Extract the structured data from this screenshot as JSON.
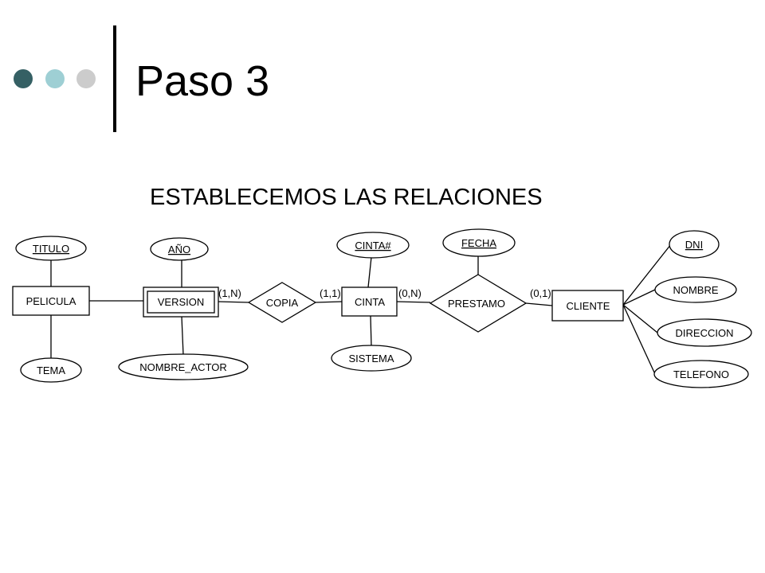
{
  "slide": {
    "title": "Paso 3",
    "subtitle": "ESTABLECEMOS LAS RELACIONES"
  },
  "colors": {
    "dot1": "#356064",
    "dot2": "#9ecfd4",
    "dot3": "#cccccc",
    "rule": "#000000"
  },
  "diagram": {
    "entities": {
      "pelicula": "PELICULA",
      "version": "VERSION",
      "cinta": "CINTA",
      "cliente": "CLIENTE"
    },
    "relationships": {
      "copia": "COPIA",
      "prestamo": "PRESTAMO"
    },
    "attributes": {
      "titulo": "TITULO",
      "tema": "TEMA",
      "anio": "AÑO",
      "nombre_actor": "NOMBRE_ACTOR",
      "cinta_id": "CINTA#",
      "sistema": "SISTEMA",
      "fecha": "FECHA",
      "dni": "DNI",
      "nombre": "NOMBRE",
      "direccion": "DIRECCION",
      "telefono": "TELEFONO"
    },
    "cardinalities": {
      "version_copia": "(1,N)",
      "copia_cinta": "(1,1)",
      "cinta_prestamo": "(0,N)",
      "prestamo_cliente": "(0,1)"
    }
  }
}
